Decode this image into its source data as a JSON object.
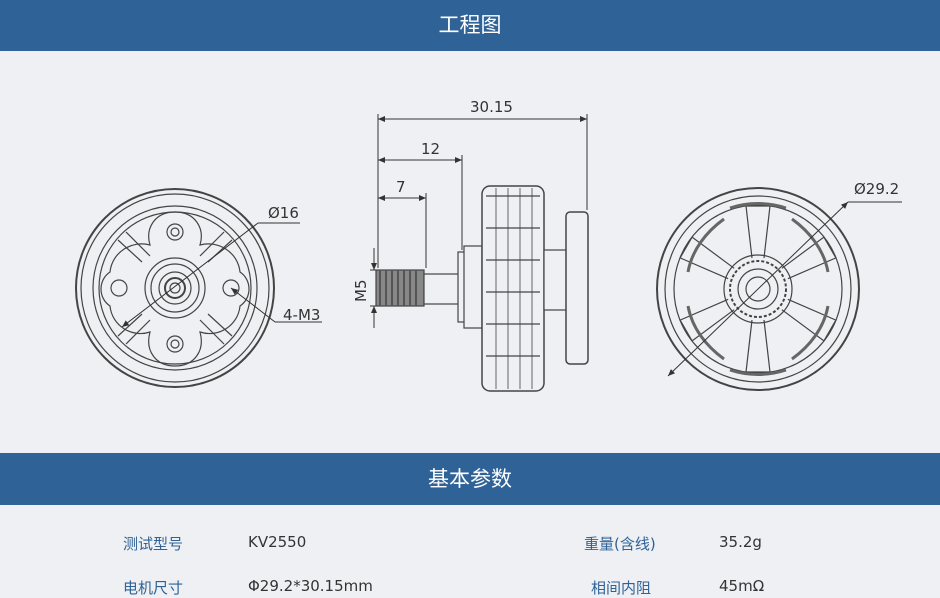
{
  "sections": {
    "drawing_title": "工程图",
    "params_title": "基本参数"
  },
  "drawing": {
    "front_diameter": "Ø16",
    "mount_holes": "4-M3",
    "total_length": "30.15",
    "length_12": "12",
    "length_7": "7",
    "shaft_thread": "M5",
    "bell_diameter": "Ø29.2"
  },
  "params": {
    "row1": {
      "label_left": "测试型号",
      "value_left": "KV2550",
      "label_right": "重量(含线)",
      "value_right": "35.2g"
    },
    "row2": {
      "label_left": "电机尺寸",
      "value_left": "Φ29.2*30.15mm",
      "label_right": "相间内阻",
      "value_right": "45mΩ"
    }
  }
}
